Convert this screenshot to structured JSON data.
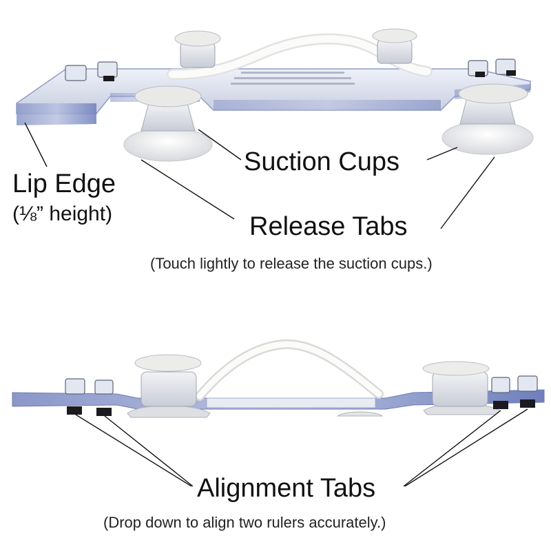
{
  "labels": {
    "lip_edge": "Lip Edge",
    "lip_height": "(⅛” height)",
    "suction_cups": "Suction Cups",
    "release_tabs": "Release Tabs",
    "release_note": "(Touch lightly to release the suction cups.)",
    "alignment_tabs": "Alignment Tabs",
    "alignment_note": "(Drop down to align two rulers accurately.)"
  },
  "colors": {
    "acrylic": "#cfd5e6",
    "acrylic_edge": "#6e7fb8",
    "strap": "#f4f4f2",
    "tab_dark": "#1a1a1f",
    "leader": "#111111"
  }
}
